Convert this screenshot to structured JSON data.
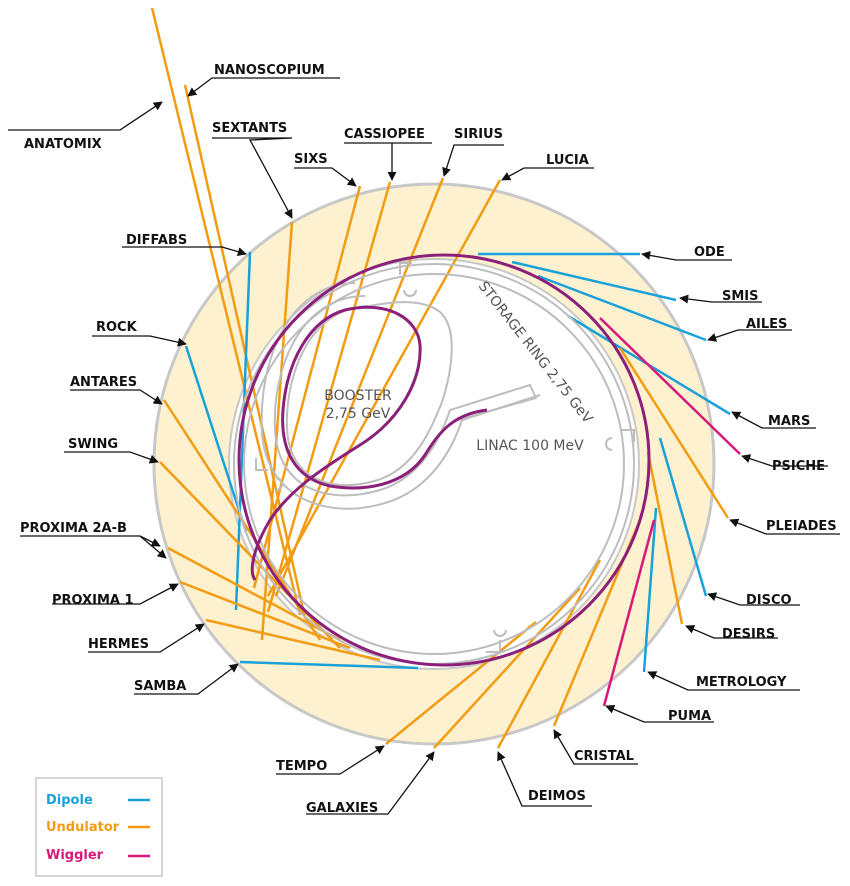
{
  "labels": {
    "storage_ring": "STORAGE RING 2,75 GeV",
    "booster_line1": "BOOSTER",
    "booster_line2": "2,75 GeV",
    "linac": "LINAC 100 MeV"
  },
  "legend": [
    {
      "key": "dipole",
      "label": "Dipole",
      "color": "#1ba1d9"
    },
    {
      "key": "undulator",
      "label": "Undulator",
      "color": "#f39c12"
    },
    {
      "key": "wiggler",
      "label": "Wiggler",
      "color": "#d6197a"
    }
  ],
  "beamlines": [
    {
      "name": "NANOSCOPIUM",
      "type": "undulator"
    },
    {
      "name": "ANATOMIX",
      "type": "undulator"
    },
    {
      "name": "SEXTANTS",
      "type": "undulator"
    },
    {
      "name": "CASSIOPEE",
      "type": "undulator"
    },
    {
      "name": "SIRIUS",
      "type": "undulator"
    },
    {
      "name": "SIXS",
      "type": "undulator"
    },
    {
      "name": "LUCIA",
      "type": "undulator"
    },
    {
      "name": "DIFFABS",
      "type": "dipole"
    },
    {
      "name": "ODE",
      "type": "dipole"
    },
    {
      "name": "SMIS",
      "type": "dipole"
    },
    {
      "name": "AILES",
      "type": "dipole"
    },
    {
      "name": "ROCK",
      "type": "dipole"
    },
    {
      "name": "ANTARES",
      "type": "undulator"
    },
    {
      "name": "MARS",
      "type": "dipole"
    },
    {
      "name": "PSICHE",
      "type": "wiggler"
    },
    {
      "name": "SWING",
      "type": "undulator"
    },
    {
      "name": "PLEIADES",
      "type": "undulator"
    },
    {
      "name": "PROXIMA 2A-B",
      "type": "undulator"
    },
    {
      "name": "PROXIMA 1",
      "type": "undulator"
    },
    {
      "name": "DISCO",
      "type": "dipole"
    },
    {
      "name": "DESIRS",
      "type": "undulator"
    },
    {
      "name": "HERMES",
      "type": "undulator"
    },
    {
      "name": "METROLOGY",
      "type": "dipole"
    },
    {
      "name": "SAMBA",
      "type": "dipole"
    },
    {
      "name": "PUMA",
      "type": "wiggler"
    },
    {
      "name": "CRISTAL",
      "type": "undulator"
    },
    {
      "name": "TEMPO",
      "type": "undulator"
    },
    {
      "name": "DEIMOS",
      "type": "undulator"
    },
    {
      "name": "GALAXIES",
      "type": "undulator"
    }
  ]
}
